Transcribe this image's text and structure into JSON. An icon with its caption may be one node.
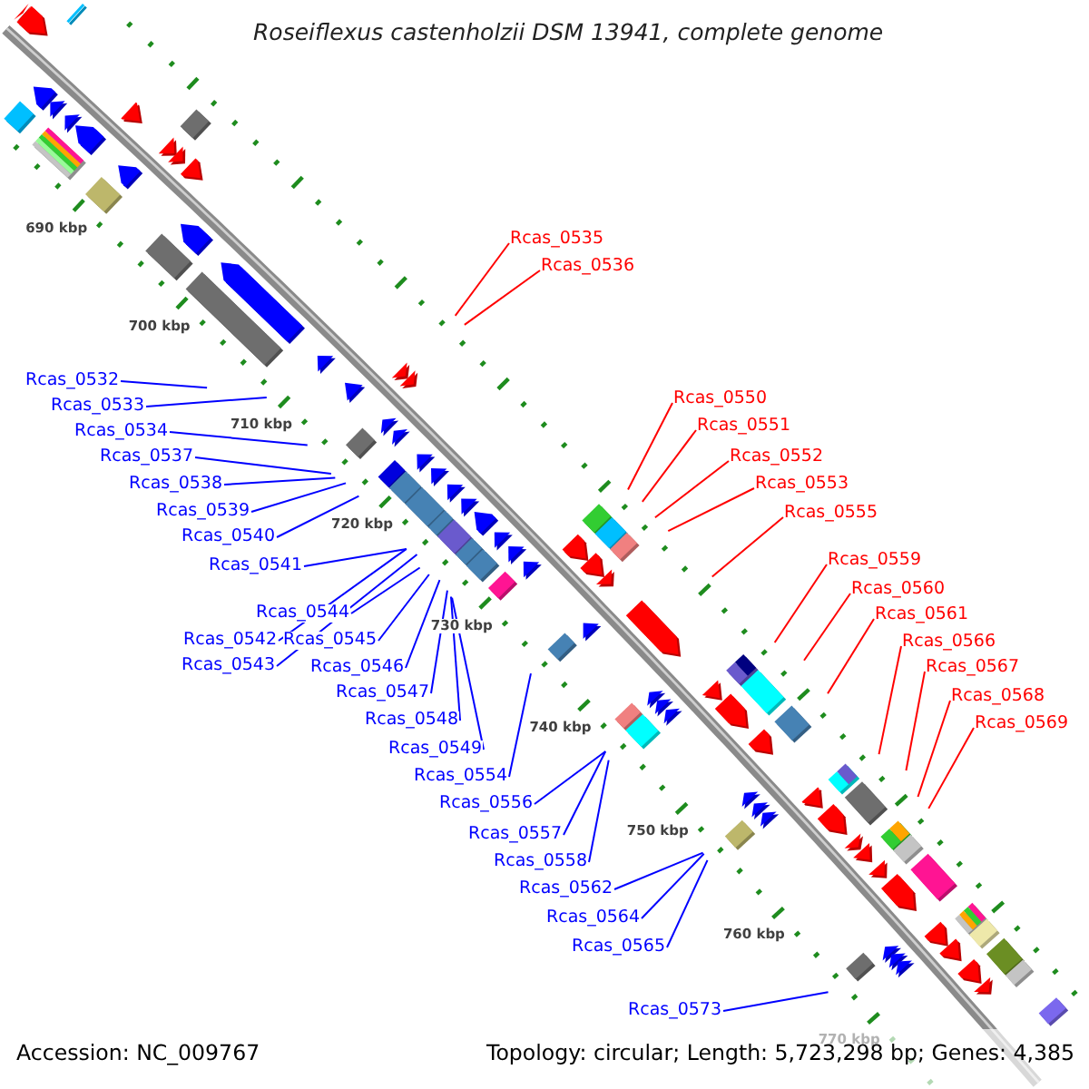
{
  "diagram": {
    "title": "Roseiflexus castenholzii DSM 13941, complete genome",
    "nodes": [
      {
        "text": [
          "Rcas_0535"
        ]
      },
      {
        "text": [
          "Rcas_0536"
        ]
      },
      {
        "text": [
          "Rcas_0532"
        ]
      },
      {
        "text": [
          "Rcas_0550"
        ]
      },
      {
        "text": [
          "Rcas_0533"
        ]
      },
      {
        "text": [
          "Rcas_0551"
        ]
      },
      {
        "text": [
          "Rcas_0534"
        ]
      },
      {
        "text": [
          "Rcas_0537"
        ]
      },
      {
        "text": [
          "Rcas_0552"
        ]
      },
      {
        "text": [
          "Rcas_0538"
        ]
      },
      {
        "text": [
          "Rcas_0553"
        ]
      },
      {
        "text": [
          "Rcas_0539"
        ]
      },
      {
        "text": [
          "Rcas_0555"
        ]
      },
      {
        "text": [
          "Rcas_0540"
        ]
      },
      {
        "text": [
          "Rcas_0559"
        ]
      },
      {
        "text": [
          "Rcas_0541"
        ]
      },
      {
        "text": [
          "Rcas_0560"
        ]
      },
      {
        "text": [
          "Rcas_0544"
        ]
      },
      {
        "text": [
          "Rcas_0561"
        ]
      },
      {
        "text": [
          "Rcas_0542"
        ]
      },
      {
        "text": [
          "Rcas_0545"
        ]
      },
      {
        "text": [
          "Rcas_0566"
        ]
      },
      {
        "text": [
          "Rcas_0543"
        ]
      },
      {
        "text": [
          "Rcas_0546"
        ]
      },
      {
        "text": [
          "Rcas_0567"
        ]
      },
      {
        "text": [
          "Rcas_0547"
        ]
      },
      {
        "text": [
          "Rcas_0568"
        ]
      },
      {
        "text": [
          "Rcas_0548"
        ]
      },
      {
        "text": [
          "Rcas_0569"
        ]
      },
      {
        "text": [
          "Rcas_0549"
        ]
      },
      {
        "text": [
          "Rcas_0554"
        ]
      },
      {
        "text": [
          "Rcas_0556"
        ]
      },
      {
        "text": [
          "Rcas_0557"
        ]
      },
      {
        "text": [
          "Rcas_0558"
        ]
      },
      {
        "text": [
          "Rcas_0562"
        ]
      },
      {
        "text": [
          "Rcas_0564"
        ]
      },
      {
        "text": [
          "Rcas_0565"
        ]
      },
      {
        "text": [
          "Rcas_0573"
        ]
      }
    ],
    "edges": [
      {
        "from": 0,
        "to": null,
        "arrow": "none",
        "color": "#ff0000"
      },
      {
        "from": 1,
        "to": null,
        "arrow": "none",
        "color": "#ff0000"
      },
      {
        "from": 2,
        "to": null,
        "arrow": "none"
      },
      {
        "from": 3,
        "to": null,
        "arrow": "none",
        "color": "#ff0000"
      },
      {
        "from": 4,
        "to": null,
        "arrow": "none"
      },
      {
        "from": 5,
        "to": null,
        "arrow": "none",
        "color": "#ff0000"
      },
      {
        "from": 6,
        "to": null,
        "arrow": "none"
      },
      {
        "from": 7,
        "to": null,
        "arrow": "none"
      },
      {
        "from": 8,
        "to": null,
        "arrow": "none",
        "color": "#ff0000"
      },
      {
        "from": 9,
        "to": null,
        "arrow": "none"
      },
      {
        "from": 10,
        "to": null,
        "arrow": "none",
        "color": "#ff0000"
      },
      {
        "from": 11,
        "to": null,
        "arrow": "none"
      },
      {
        "from": 12,
        "to": null,
        "arrow": "none",
        "color": "#ff0000"
      },
      {
        "from": 13,
        "to": null,
        "arrow": "none"
      },
      {
        "from": 14,
        "to": null,
        "arrow": "none",
        "color": "#ff0000"
      },
      {
        "from": 15,
        "to": null,
        "arrow": "none"
      },
      {
        "from": 16,
        "to": null,
        "arrow": "none",
        "color": "#ff0000"
      },
      {
        "from": 17,
        "to": null,
        "arrow": "none"
      },
      {
        "from": 18,
        "to": null,
        "arrow": "none",
        "color": "#ff0000"
      },
      {
        "from": 19,
        "to": null,
        "arrow": "none"
      },
      {
        "from": 20,
        "to": null,
        "arrow": "none"
      },
      {
        "from": 21,
        "to": null,
        "arrow": "none",
        "color": "#ff0000"
      },
      {
        "from": 22,
        "to": null,
        "arrow": "none"
      },
      {
        "from": 23,
        "to": null,
        "arrow": "none"
      },
      {
        "from": 24,
        "to": null,
        "arrow": "none",
        "color": "#ff0000"
      },
      {
        "from": 25,
        "to": null,
        "arrow": "none"
      },
      {
        "from": 26,
        "to": null,
        "arrow": "none",
        "color": "#ff0000"
      },
      {
        "from": 27,
        "to": null,
        "arrow": "none"
      },
      {
        "from": 28,
        "to": null,
        "arrow": "none",
        "color": "#ff0000"
      },
      {
        "from": 29,
        "to": null,
        "arrow": "none"
      },
      {
        "from": 30,
        "to": null,
        "arrow": "none"
      },
      {
        "from": 31,
        "to": null,
        "arrow": "none"
      },
      {
        "from": 32,
        "to": null,
        "arrow": "none"
      },
      {
        "from": 33,
        "to": null,
        "arrow": "none"
      },
      {
        "from": 34,
        "to": null,
        "arrow": "none"
      },
      {
        "from": 35,
        "to": null,
        "arrow": "none"
      },
      {
        "from": 36,
        "to": null,
        "arrow": "none"
      },
      {
        "from": 37,
        "to": null,
        "arrow": "none"
      }
    ],
    "labels": [
      "690 kbp",
      "700 kbp",
      "710 kbp",
      "720 kbp",
      "730 kbp",
      "740 kbp",
      "750 kbp",
      "760 kbp",
      "770 kbp",
      "Accession: NC_009767",
      "Topology: circular; Length: 5,723,298 bp; Genes: 4,385"
    ]
  }
}
